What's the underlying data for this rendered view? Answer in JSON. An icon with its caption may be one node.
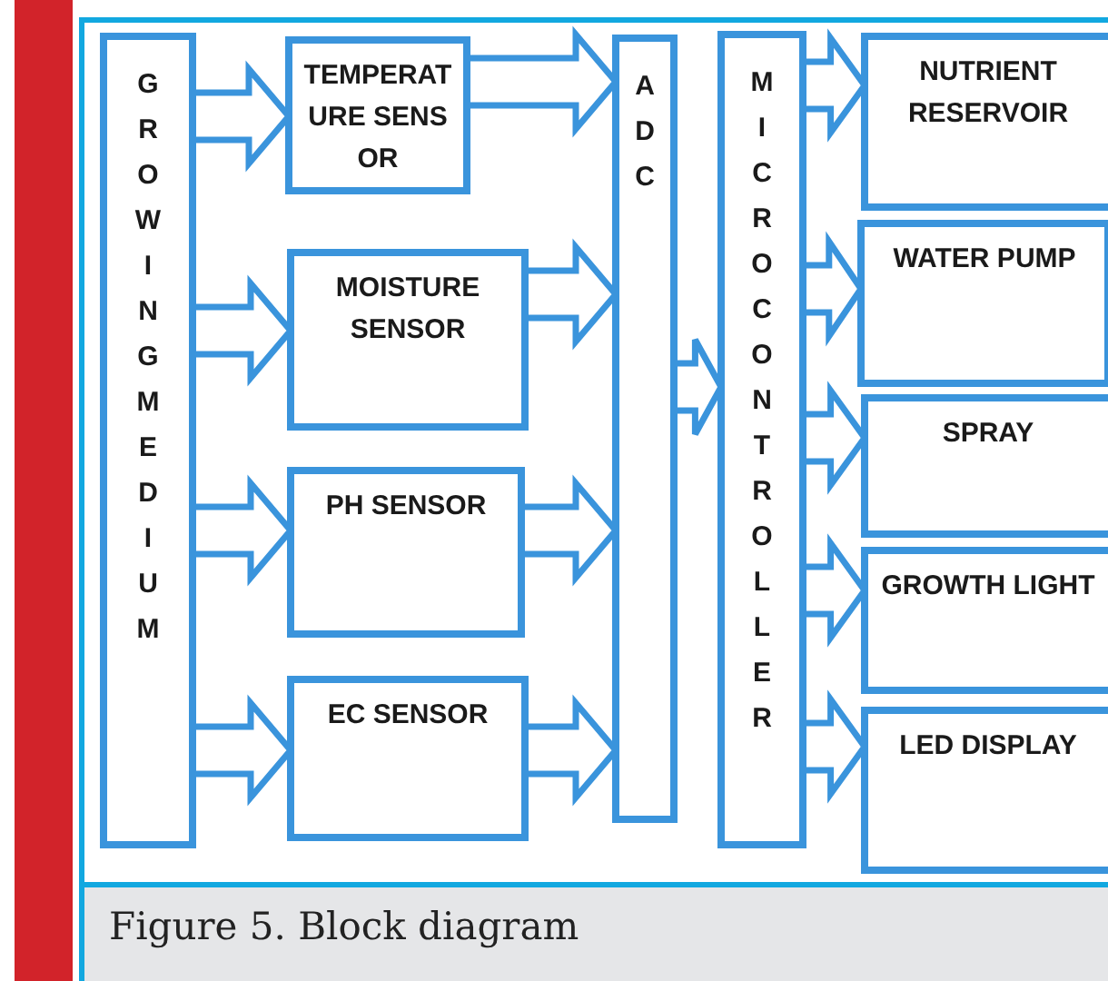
{
  "diagram": {
    "caption": "Figure 5. Block diagram",
    "nodes": [
      {
        "text": [
          "GROWINGMEDIUM"
        ]
      },
      {
        "text": [
          "TEMPERATURE SENSOR"
        ]
      },
      {
        "text": [
          "MOISTURE SENSOR"
        ]
      },
      {
        "text": [
          "PH SENSOR"
        ]
      },
      {
        "text": [
          "EC SENSOR"
        ]
      },
      {
        "text": [
          "ADC"
        ]
      },
      {
        "text": [
          "MICROCONTROLLER"
        ]
      },
      {
        "text": [
          "NUTRIENT RESERVOIR"
        ]
      },
      {
        "text": [
          "WATER PUMP"
        ]
      },
      {
        "text": [
          "SPRAY"
        ]
      },
      {
        "text": [
          "GROWTH LIGHT"
        ]
      },
      {
        "text": [
          "LED DISPLAY"
        ]
      }
    ],
    "edges": [
      {
        "from": 0,
        "to": 1,
        "arrow": "to"
      },
      {
        "from": 0,
        "to": 2,
        "arrow": "to"
      },
      {
        "from": 0,
        "to": 3,
        "arrow": "to"
      },
      {
        "from": 0,
        "to": 4,
        "arrow": "to"
      },
      {
        "from": 1,
        "to": 5,
        "arrow": "to"
      },
      {
        "from": 2,
        "to": 5,
        "arrow": "to"
      },
      {
        "from": 3,
        "to": 5,
        "arrow": "to"
      },
      {
        "from": 4,
        "to": 5,
        "arrow": "to"
      },
      {
        "from": 5,
        "to": 6,
        "arrow": "to"
      },
      {
        "from": 6,
        "to": 7,
        "arrow": "to"
      },
      {
        "from": 6,
        "to": 8,
        "arrow": "to"
      },
      {
        "from": 6,
        "to": 9,
        "arrow": "to"
      },
      {
        "from": 6,
        "to": 10,
        "arrow": "to"
      },
      {
        "from": 6,
        "to": 11,
        "arrow": "to"
      }
    ]
  }
}
